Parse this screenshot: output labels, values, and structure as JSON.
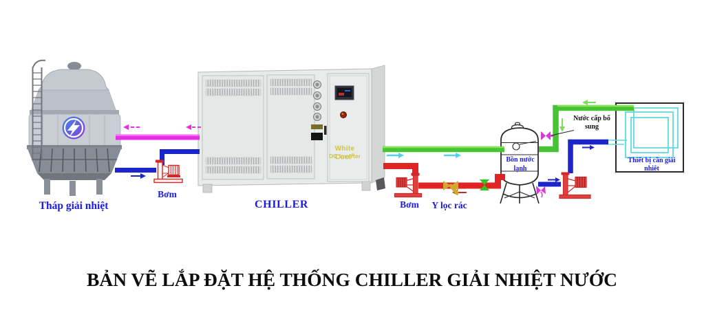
{
  "title": "BẢN VẼ LẮP ĐẶT HỆ THỐNG CHILLER GIẢI NHIỆT NƯỚC",
  "diagram": {
    "cooling_tower": {
      "label": "Tháp giải nhiệt"
    },
    "pump_condenser": {
      "label": "Bơm"
    },
    "chiller": {
      "label": "CHILLER",
      "brand": "White Cool",
      "brand_mark": "®",
      "brand_sub": "DC Inverter"
    },
    "pump_chilled_return": {
      "label": "Bơm"
    },
    "y_strainer": {
      "label": "Y lọc rác"
    },
    "cold_water_tank": {
      "label": "Bồn nước lạnh"
    },
    "makeup_water": {
      "label": "Nước cấp bổ sung"
    },
    "heat_load": {
      "label": "Thiết bị cần giải nhiệt"
    }
  },
  "colors": {
    "pipe_condenser_hot_magenta": "#e82ce8",
    "pipe_condenser_supply_blue": "#1c24cc",
    "pipe_chilled_supply_green": "#46c434",
    "pipe_chilled_return_red": "#e02424",
    "flow_arrow_cyan": "#55d0e8",
    "coil_cyan": "#5fd8e0",
    "label_blue": "#1c1ce0",
    "title_black": "#0d0d0d",
    "pump_red": "#d02828",
    "strainer_yellow": "#d2a830",
    "valve_green": "#2ec81e",
    "valve_magenta": "#d838d8",
    "brand_yellow": "#cfc342"
  }
}
